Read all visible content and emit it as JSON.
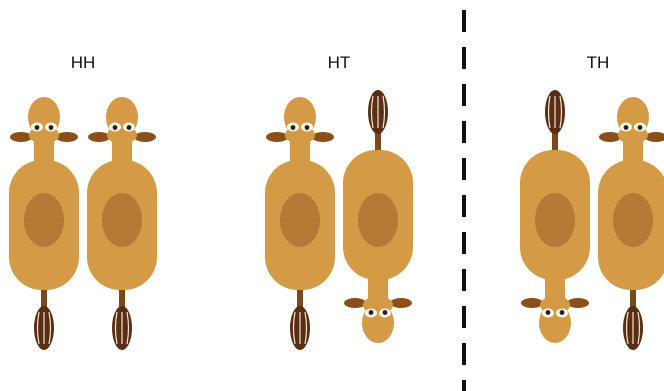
{
  "labels": {
    "group1": "HH",
    "group2": "HT",
    "group3": "TH"
  },
  "colors": {
    "body": "#d49a45",
    "belly": "#b57a35",
    "ear": "#8a4f1b",
    "tail_stem": "#7a4a1a",
    "tail_tuft": "#5a2e12",
    "tail_hair": "#f2e6d8",
    "eye_white": "#fff8e6",
    "pupil": "#222222",
    "divider": "#111111"
  },
  "animals": [
    {
      "id": "hh-left",
      "orientation": "head-up"
    },
    {
      "id": "hh-right",
      "orientation": "head-up"
    },
    {
      "id": "ht-left",
      "orientation": "head-up"
    },
    {
      "id": "ht-right",
      "orientation": "head-down"
    },
    {
      "id": "th-left",
      "orientation": "head-down"
    },
    {
      "id": "th-right",
      "orientation": "head-up"
    }
  ]
}
